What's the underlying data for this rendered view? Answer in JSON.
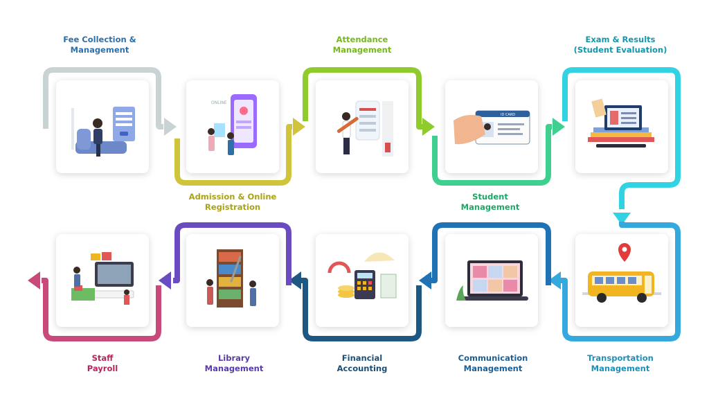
{
  "steps": [
    {
      "line1": "Fee Collection &",
      "line2": "Management",
      "color": "#2f6fa8",
      "stroke": "#c9d3d3",
      "icon": "fee-collection-icon"
    },
    {
      "line1": "Admission & Online",
      "line2": "Registration",
      "color": "#a9a315",
      "stroke": "#cfc43a",
      "icon": "admission-registration-icon"
    },
    {
      "line1": "Attendance",
      "line2": "Management",
      "color": "#78b71e",
      "stroke": "#8fcb2c",
      "icon": "attendance-icon"
    },
    {
      "line1": "Student",
      "line2": "Management",
      "color": "#1fa667",
      "stroke": "#3fd08f",
      "icon": "student-id-card-icon"
    },
    {
      "line1": "Exam & Results",
      "line2": "(Student Evaluation)",
      "color": "#1597a8",
      "stroke": "#31d3e2",
      "icon": "exam-results-icon"
    },
    {
      "line1": "Transportation",
      "line2": "Management",
      "color": "#1d8fb8",
      "stroke": "#35a8de",
      "icon": "school-bus-icon"
    },
    {
      "line1": "Communication",
      "line2": "Management",
      "color": "#1b5f96",
      "stroke": "#1f73b5",
      "icon": "communication-icon"
    },
    {
      "line1": "Financial",
      "line2": "Accounting",
      "color": "#1c4f78",
      "stroke": "#1d5782",
      "icon": "financial-accounting-icon"
    },
    {
      "line1": "Library",
      "line2": "Management",
      "color": "#5a3aa8",
      "stroke": "#6b4cc0",
      "icon": "library-icon"
    },
    {
      "line1": "Staff",
      "line2": "Payroll",
      "color": "#b5265d",
      "stroke": "#c94a7a",
      "icon": "staff-payroll-icon"
    }
  ]
}
